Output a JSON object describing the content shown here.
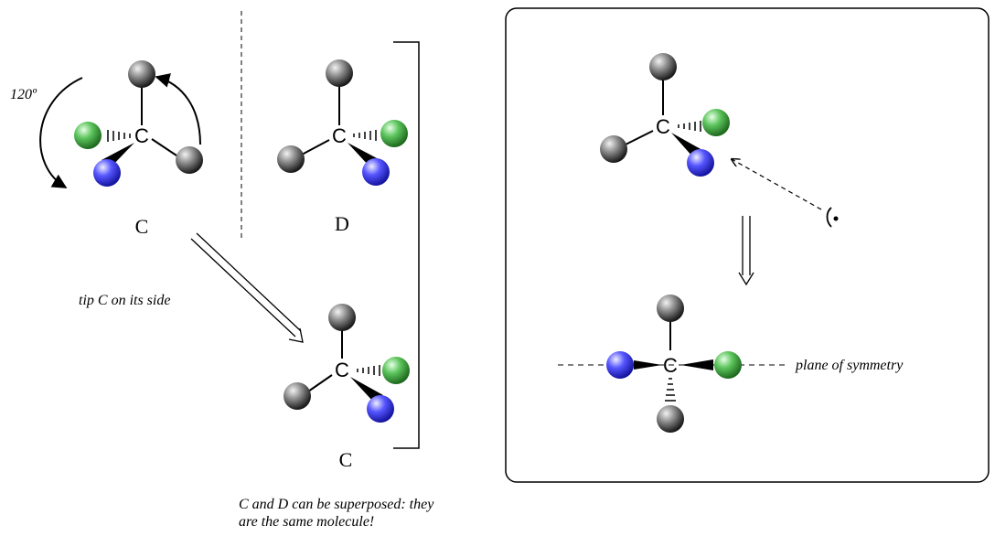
{
  "labels": {
    "rotation": "120º",
    "molecule_c": "C",
    "molecule_d": "D",
    "molecule_c2": "C",
    "tip_instruction": "tip C on  its side",
    "conclusion_line1": "C and D can be superposed: they",
    "conclusion_line2": "are the same molecule!",
    "carbon": "C",
    "plane": "plane of symmetry"
  },
  "colors": {
    "gray_atom": "#555555",
    "green_atom": "#3a9a3a",
    "blue_atom": "#3333dd"
  }
}
